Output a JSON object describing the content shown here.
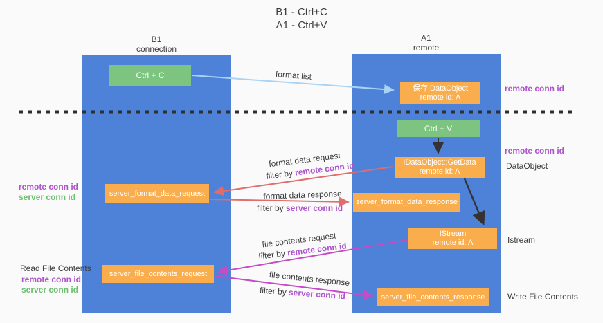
{
  "title": {
    "line1": "B1 - Ctrl+C",
    "line2": "A1 - Ctrl+V"
  },
  "lanes": {
    "b1": {
      "name": "B1",
      "role": "connection"
    },
    "a1": {
      "name": "A1",
      "role": "remote"
    }
  },
  "nodes": {
    "ctrl_c": {
      "label": "Ctrl + C"
    },
    "save_dataobject": {
      "line1": "保存IDataObject",
      "line2": "remote id: A"
    },
    "ctrl_v": {
      "label": "Ctrl + V"
    },
    "getdata": {
      "line1": "IDataObject::GetData",
      "line2": "remote id: A"
    },
    "format_request": {
      "label": "server_format_data_request"
    },
    "format_response": {
      "label": "server_format_data_response"
    },
    "istream": {
      "line1": "IStream",
      "line2": "remote id: A"
    },
    "file_request": {
      "label": "server_file_contents_request"
    },
    "file_response": {
      "label": "server_file_contents_response"
    }
  },
  "annotations": {
    "right_remote_conn_id_1": "remote conn id",
    "right_remote_conn_id_2": "remote conn id",
    "right_dataobject": "DataObject",
    "right_istream": "Istream",
    "right_write_file": "Write File Contents",
    "left_remote_conn_id_1": "remote conn id",
    "left_server_conn_id_1": "server conn id",
    "left_read_file": "Read File Contents",
    "left_remote_conn_id_2": "remote conn id",
    "left_server_conn_id_2": "server conn id"
  },
  "arrow_labels": {
    "format_list": "format list",
    "format_data_request": "format data request",
    "format_data_response": "format data response",
    "file_contents_request": "file contents request",
    "file_contents_response": "file contents response",
    "filter_by_prefix": "filter by ",
    "filter_remote": "remote conn id",
    "filter_server": "server conn id"
  },
  "colors": {
    "lane_blue": "#4d82d8",
    "node_green": "#7cc47f",
    "node_orange": "#f9ad4c",
    "arrow_lightblue": "#a9d3f2",
    "arrow_black": "#333333",
    "arrow_red": "#e06c6c",
    "arrow_magenta": "#c54cc5",
    "text_purple": "#ad54cc",
    "text_green": "#6cbf6c",
    "dashed_line": "#2e2e2e"
  }
}
